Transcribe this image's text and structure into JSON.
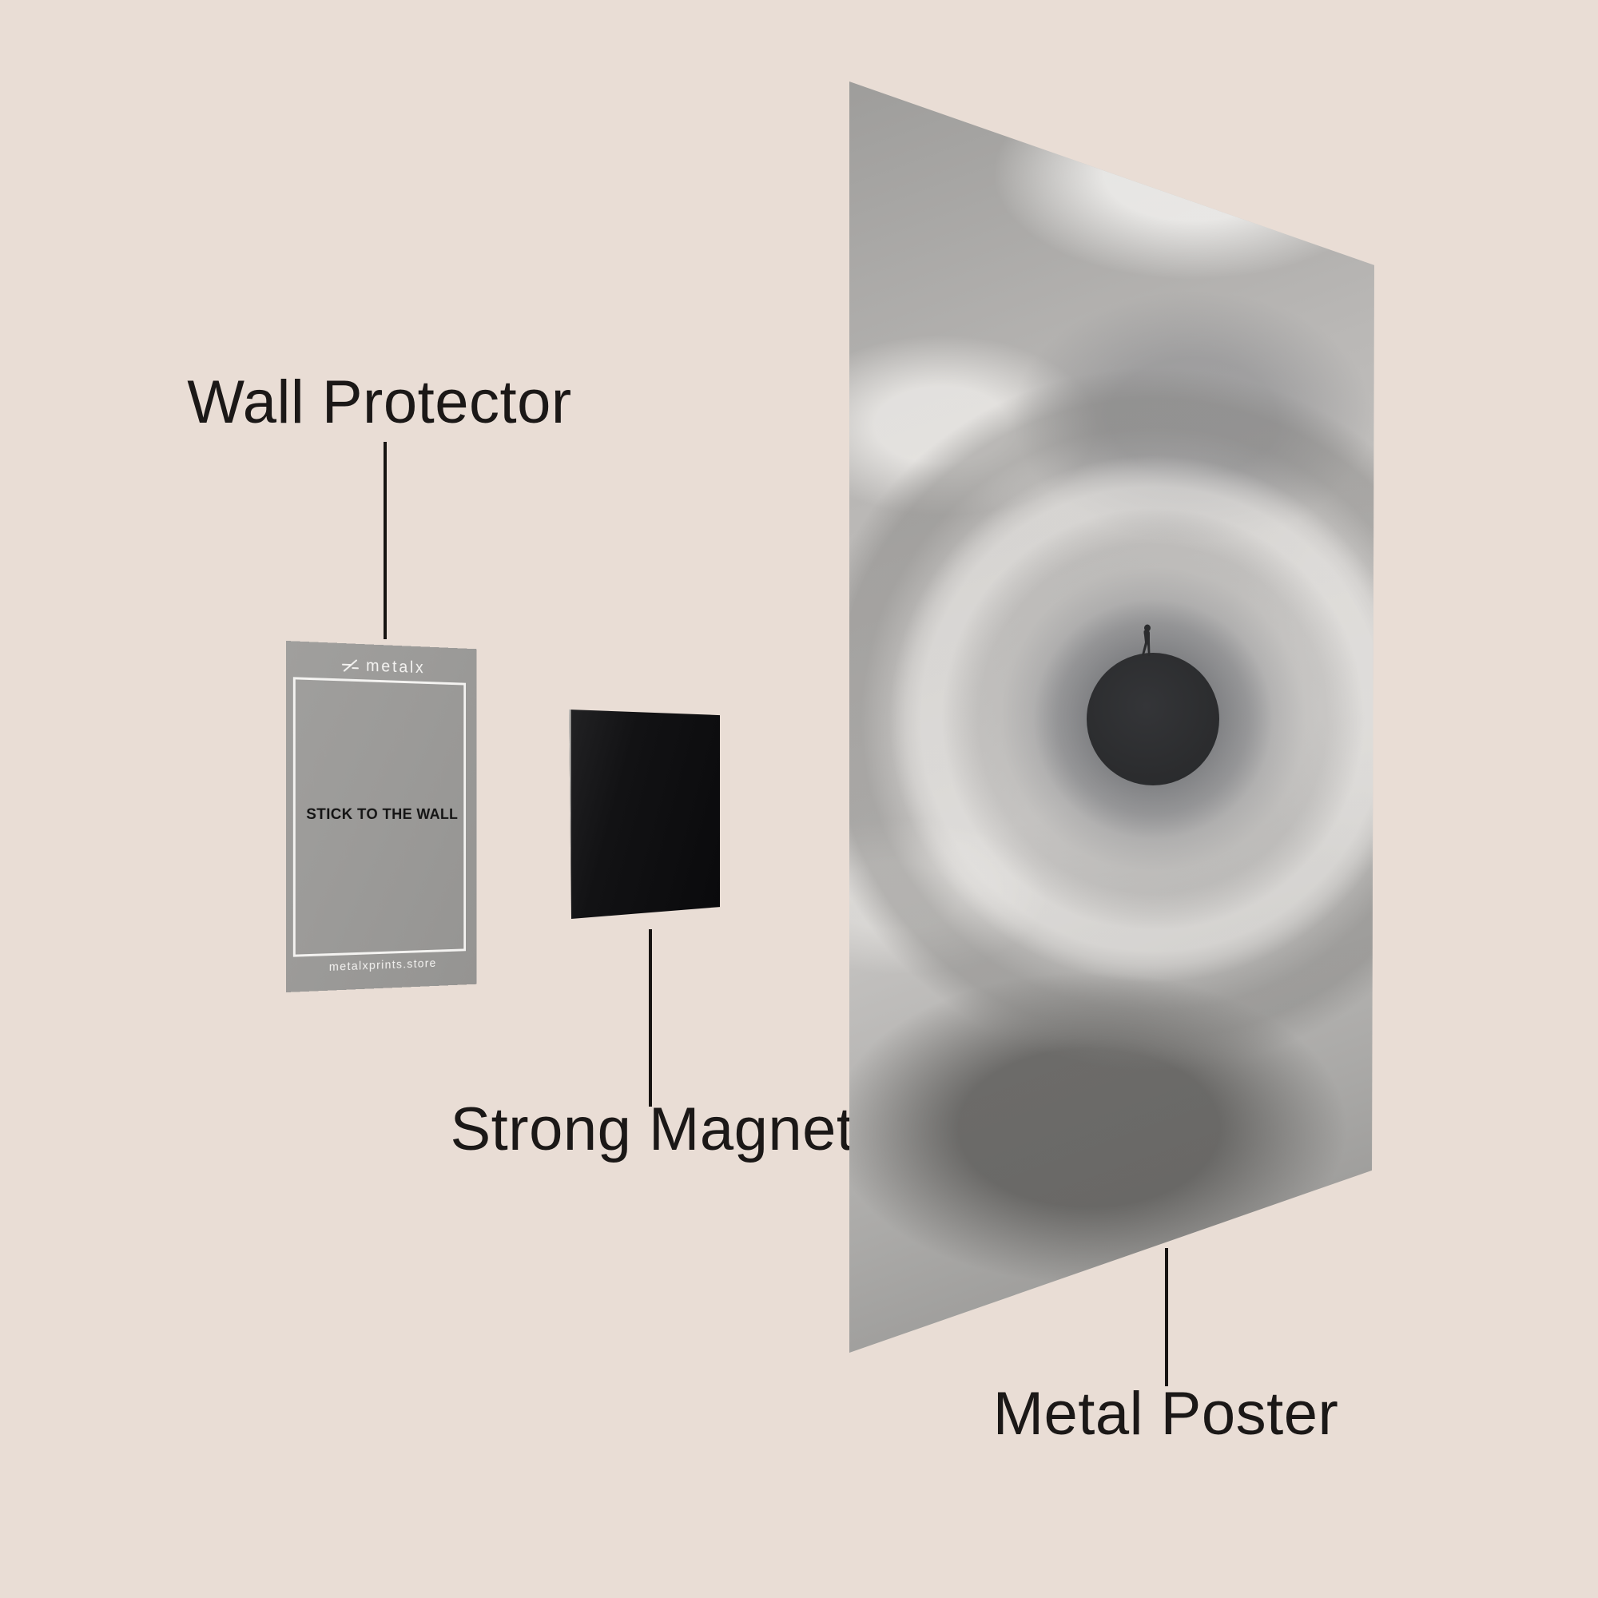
{
  "scene": {
    "background_color": "#e9ddd5",
    "label_color": "#1b1817"
  },
  "labels": {
    "wall_protector": "Wall Protector",
    "strong_magnet": "Strong Magnet",
    "metal_poster": "Metal Poster"
  },
  "wall_protector_card": {
    "brand_name": "metalx",
    "center_text": "STICK TO THE WALL",
    "footer_text": "metalxprints.store",
    "card_color": "#9c9b99"
  },
  "magnet": {
    "color": "#0d0d0f"
  },
  "poster": {
    "sphere_color": "#2c2d2f",
    "cloud_light_color": "#c9c7c5",
    "cloud_dark_color": "#5a5957"
  }
}
